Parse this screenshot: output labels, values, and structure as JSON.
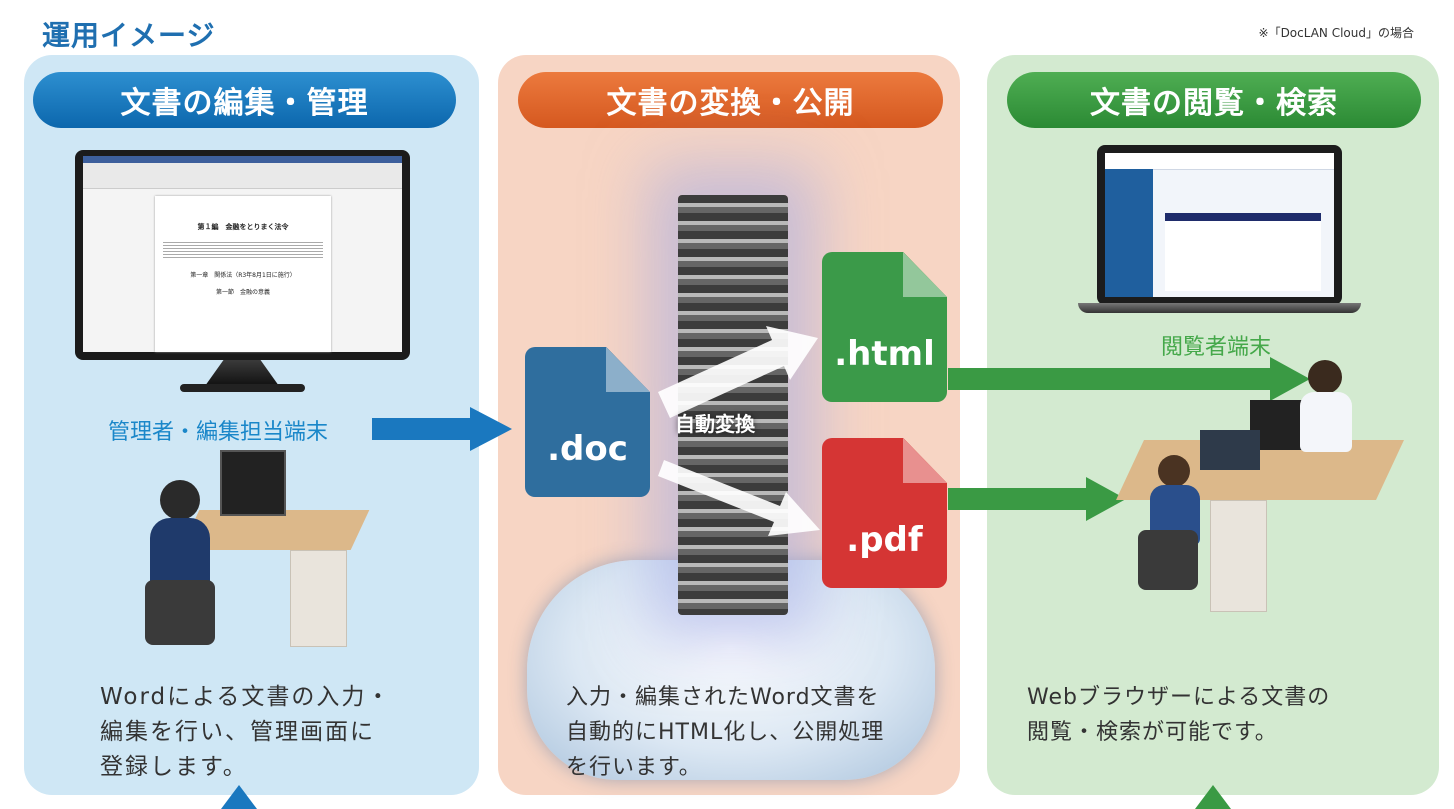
{
  "header": {
    "title": "運用イメージ",
    "note": "※「DocLAN Cloud」の場合"
  },
  "panels": [
    {
      "heading": "文書の編集・管理",
      "device_label": "管理者・編集担当端末",
      "description_lines": [
        "Wordによる文書の入力・",
        "編集を行い、管理画面に",
        "登録します。"
      ]
    },
    {
      "heading": "文書の変換・公開",
      "auto_label": "自動変換",
      "description_lines": [
        "入力・編集されたWord文書を",
        "自動的にHTML化し、公開処理",
        "を行います。"
      ]
    },
    {
      "heading": "文書の閲覧・検索",
      "device_label": "閲覧者端末",
      "description_lines": [
        "Webブラウザーによる文書の",
        "閲覧・検索が可能です。"
      ]
    }
  ],
  "files": {
    "doc": ".doc",
    "html": ".html",
    "pdf": ".pdf"
  },
  "document_preview": {
    "title": "第１編　金融をとりまく法令",
    "chapter": "第一章　関係法（R3年8月1日に施行）",
    "section": "第一節　金融の意義"
  },
  "colors": {
    "blue": "#1a87c9",
    "orange": "#e06a2c",
    "green": "#45a84a",
    "red": "#d53534"
  }
}
